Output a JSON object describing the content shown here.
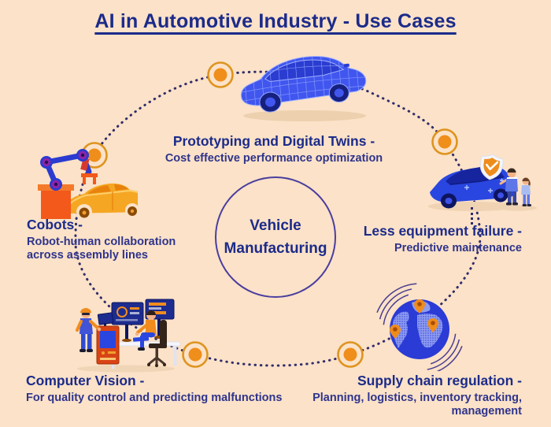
{
  "page": {
    "title": "AI in Automotive Industry - Use Cases"
  },
  "center": {
    "line1": "Vehicle",
    "line2": "Manufacturing"
  },
  "use_cases": {
    "prototyping": {
      "title": "Prototyping and Digital Twins -",
      "subtitle": "Cost effective performance optimization"
    },
    "cobots": {
      "title": "Cobots -",
      "subtitle": "Robot-human collaboration\nacross assembly lines"
    },
    "equipment": {
      "title": "Less equipment failure -",
      "subtitle": "Predictive maintenance"
    },
    "vision": {
      "title": "Computer Vision -",
      "subtitle": "For quality control and predicting malfunctions"
    },
    "supply": {
      "title": "Supply chain regulation -",
      "subtitle": "Planning, logistics, inventory tracking, management"
    }
  },
  "icons": {
    "prototyping": "wireframe-car-illustration",
    "cobots": "robot-arm-with-car-illustration",
    "equipment": "car-shield-mechanics-illustration",
    "vision": "workers-at-monitors-illustration",
    "supply": "globe-with-pins-illustration",
    "node": "orange-node-dot"
  },
  "colors": {
    "background": "#FBE2C8",
    "navy_text": "#1C2B8A",
    "dotted_path": "#312C6B",
    "node_fill": "#EF8E1A",
    "node_ring": "#DE941F",
    "center_circle_border": "#4B3E9E",
    "blue_car": "#4156EE",
    "orange_accent": "#F2591A",
    "yellow_car": "#F5A623",
    "globe_blue": "#2B3BD6"
  }
}
